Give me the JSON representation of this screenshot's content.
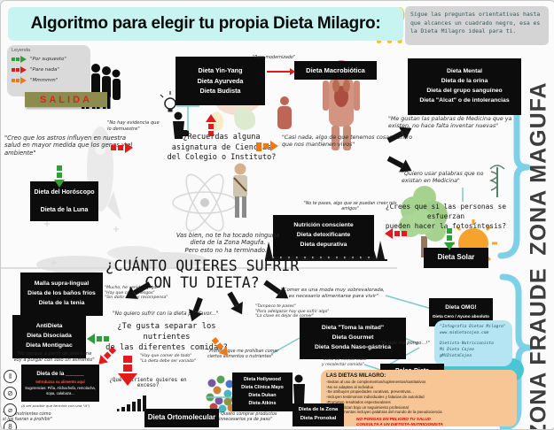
{
  "title": "Algoritmo para elegir tu propia Dieta Milagro:",
  "instruction": "Sigue las preguntas orientativas hasta que alcances un cuadrado negro, esa es la Dieta Milagro ideal para ti.",
  "legend": {
    "title": "Leyenda",
    "items": [
      {
        "label": "\"Por supuesto\"",
        "color": "#2e9e38"
      },
      {
        "label": "\"Para nada\"",
        "color": "#e01b1b"
      },
      {
        "label": "\"Mmmmm\"",
        "color": "#f07818"
      }
    ]
  },
  "salida": "SALIDA",
  "zones": {
    "magufa": "ZONA MAGUFA",
    "fraude": "ZONA FRAUDE"
  },
  "questions": {
    "ciencias": [
      "¿Recuerdas alguna",
      "asignatura de Ciencias",
      "del Colegio o Instituto?"
    ],
    "fotosintesis": [
      "¿Crees que si las personas se esfuerzan",
      "pueden hacer la fotosíntesis?"
    ],
    "sufrir": [
      "¿CUÁNTO QUIERES SUFRIR",
      "CON TU DIETA?"
    ],
    "separar": [
      "¿Te gusta separar los nutrientes",
      "de las diferentes comidas?"
    ],
    "nutriente": "¿Qué nutriente quieres en exceso?"
  },
  "quotes": {
    "astros": "\"Creo que los astros influyen en nuestra salud en mayor medida que los genes y el ambiente\"",
    "evidencia": "\"No hay evidencia que lo demuestre\"",
    "modernizado": "\"Pero modernizado\"",
    "casi_nada": "\"Casi nada, algo de que tenemos cosas dentro que nos mantienen vivos\"",
    "palabras_existen": "\"Me gustan las palabras de Medicina que ya existen, no hace falta inventar nuevas\"",
    "palabras_inventadas": "\"Quiero usar palabras que no existan en Medicina\"",
    "no_te_pases": "\"No te pases, algo que se puedan creer mis amigos\"",
    "vas_bien": [
      "Vas bien, no te ha tocado ninguna",
      "dieta de la Zona Magufa.",
      "Pero esto no ha terminado..."
    ],
    "sufrimiento": [
      "\"Mucho, he venido a jugar\"",
      "\"Hay que correr riesgos\"",
      "\"Sin dolor no hay recompensa\""
    ],
    "no_sufrir": "\"No quiero sufrir con la dieta por favor...\"",
    "comer_moda": [
      "\"Comer es una moda muy sobrevalorada,",
      "no es necesario alimentarse para vivir\""
    ],
    "tampoco": [
      "\"Tampoco te pases\"",
      "\"Para adelgazar hay que sufrir algo\"",
      "\"La clave es dejar de comer\""
    ],
    "variada": [
      "\"Hay que comer de todo\"",
      "\"La dieta debe ser variada\""
    ],
    "prohibir": [
      "\"Prefiero que me prohíban comer",
      "ciertos alimentos o nutrientes\""
    ],
    "purgar": [
      "\"No porque a partir de ahora me",
      "voy a purgar con solo un alimento\""
    ],
    "ya_que": "\"Ya que me pongo...!\"",
    "cazar": [
      "\"Echo de menos cazar",
      "y recolectar comida\""
    ],
    "micronutrientes": [
      "\"Micronutrientes como",
      "si los fueran a prohibir\""
    ],
    "comprar": [
      "\"Quiero comprar productos",
      "innecesarios ya de paso\""
    ]
  },
  "diets": {
    "horoscopo": [
      "Dieta del Horóscopo",
      "Dieta de la Luna"
    ],
    "oriental": [
      "Dieta Yin-Yang",
      "Dieta Ayurveda",
      "Dieta Budista"
    ],
    "macrobiotica": "Dieta Macrobiótica",
    "mental": [
      "Dieta Mental",
      "Dieta de la orina",
      "Dieta del grupo sanguíneo",
      "Dieta \"Alcat\" o de intolerancias"
    ],
    "detox": [
      "Nutrición consciente",
      "Dieta detoxificante",
      "Dieta depurativa"
    ],
    "solar": "Dieta Solar",
    "dolor": [
      "Malla supra-lingual",
      "Dieta de los baños fríos",
      "Dieta de la tenia"
    ],
    "disociada": [
      "AntiDieta",
      "Dieta Disociada",
      "Dieta Montignac"
    ],
    "mitad": [
      "Dieta \"Toma la mitad\"",
      "Dieta Gourmet",
      "Dieta Sonda Naso-gástrica"
    ],
    "ayuno": [
      "Dieta OMG!",
      "Dieta Cero / Ayuno absoluto"
    ],
    "paleo": "Paleo-Dieta",
    "alimento": {
      "line1": "Dieta de la ______",
      "line2": "Introduzca su alimento aquí",
      "line3": "Sugerencias: Piña, Alchachofa, remolacha, sopa, calabaza...",
      "footnote": "(A ser posible que termine con una \"A\")"
    },
    "proteina": [
      "Dieta Hollywood",
      "Dieta Clínica Mayo",
      "Dieta Dukan",
      "Dieta Atkins"
    ],
    "ortomolecular": "Dieta Ortomolecular",
    "zona_pronokal": [
      "Dieta de la Zona",
      "Dieta Pronokal"
    ]
  },
  "credits": [
    "\"Infografía Dietas Milagro\"",
    "www.midietacojea.com",
    " ",
    "Dietista-Nutricionista",
    "Mi Dieta Cojea",
    "@MiDietaCojea"
  ],
  "warning": {
    "title": "LAS DIETAS MILAGRO:",
    "bullets": [
      "-Invitan al uso de complementos/suplementos/sustitutivos",
      "-No se adaptan al individuo",
      "-Se atribuyen propiedades curativas, preventivas...",
      "-Incluyen testimonios individuales y falacias de autoridad",
      "-Prometen resultados espectaculares",
      "-No se realizan bajo un seguimiento profesional",
      "-Sus argumentos incluyen palabras del mundo de la pseudociencia"
    ],
    "alert": [
      "NO PONGAS EN PELIGRO TU SALUD",
      "CONSULTA A UN DIETISTA-NUTRICIONISTA"
    ]
  },
  "colors": {
    "yes": "#2e9e38",
    "no": "#e01b1b",
    "maybe": "#f07818",
    "brace": "#7ed0e6",
    "accent_teal": "#49c5d6"
  }
}
